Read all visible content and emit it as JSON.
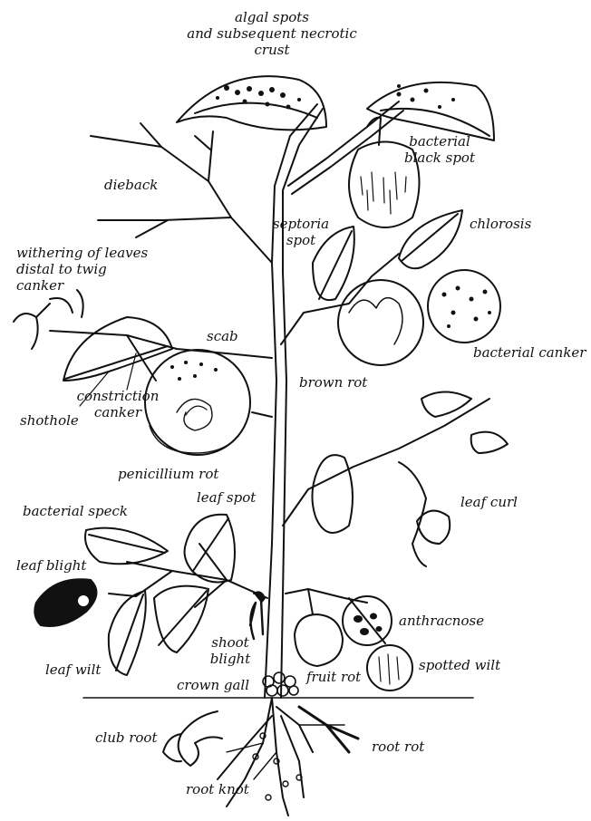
{
  "labels": {
    "algal_spots": "algal spots\nand subsequent necrotic\ncrust",
    "bacterial_black_spot": "bacterial\nblack spot",
    "dieback": "dieback",
    "septoria_spot": "septoria\nspot",
    "chlorosis": "chlorosis",
    "withering": "withering of leaves\ndistal to twig\ncanker",
    "scab": "scab",
    "bacterial_canker": "bacterial canker",
    "constriction_canker": "constriction\ncanker",
    "shothole": "shothole",
    "brown_rot": "brown rot",
    "penicillium_rot": "penicillium rot",
    "leaf_spot": "leaf spot",
    "bacterial_speck": "bacterial speck",
    "leaf_curl": "leaf curl",
    "leaf_blight": "leaf blight",
    "anthracnose": "anthracnose",
    "shoot_blight": "shoot\nblight",
    "leaf_wilt": "leaf wilt",
    "spotted_wilt": "spotted wilt",
    "crown_gall": "crown gall",
    "fruit_rot": "fruit rot",
    "club_root": "club root",
    "root_rot": "root rot",
    "root_knot": "root knot"
  },
  "colors": {
    "ink": "#111111",
    "paper": "#ffffff"
  }
}
